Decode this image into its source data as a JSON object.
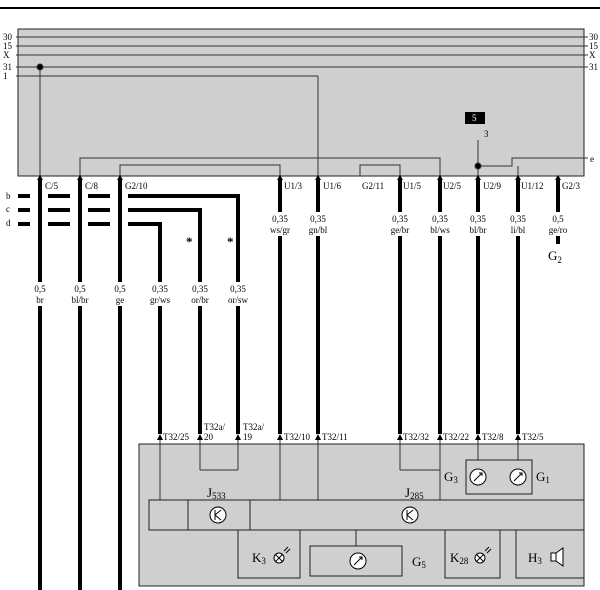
{
  "rails": [
    "30",
    "15",
    "X",
    "31",
    "1"
  ],
  "rails_right": [
    "30",
    "15",
    "X",
    "31"
  ],
  "branch_labels": [
    "b",
    "c",
    "d",
    "e"
  ],
  "relay": {
    "number": "5",
    "pin": "3"
  },
  "connectors": [
    "C/5",
    "C/8",
    "G2/10",
    "U1/3",
    "U1/6",
    "G2/11",
    "U1/5",
    "U2/5",
    "U2/9",
    "U1/12",
    "G2/3"
  ],
  "wires": [
    {
      "size": "0,5",
      "color": "br"
    },
    {
      "size": "0,5",
      "color": "bl/br"
    },
    {
      "size": "0,5",
      "color": "ge"
    },
    {
      "size": "0,35",
      "color": "gr/ws"
    },
    {
      "size": "0,35",
      "color": "or/br"
    },
    {
      "size": "0,35",
      "color": "or/sw"
    }
  ],
  "upper_wires": [
    {
      "size": "0,35",
      "color": "ws/gr"
    },
    {
      "size": "0,35",
      "color": "gn/bl"
    },
    {
      "size": "0,35",
      "color": "ge/br"
    },
    {
      "size": "0,35",
      "color": "bl/ws"
    },
    {
      "size": "0,35",
      "color": "bl/br"
    },
    {
      "size": "0,35",
      "color": "li/bl"
    },
    {
      "size": "0,5",
      "color": "ge/ro"
    }
  ],
  "asterisk": "*",
  "g2_label": "G",
  "g2_sub": "2",
  "pins": [
    "T32/25",
    "T32a/",
    "20",
    "T32a/",
    "19",
    "T32/10",
    "T32/11",
    "T32/32",
    "T32/22",
    "T32/8",
    "T32/5"
  ],
  "components": {
    "j533": {
      "letter": "J",
      "sub": "533"
    },
    "j285": {
      "letter": "J",
      "sub": "285"
    },
    "g3": {
      "letter": "G",
      "sub": "3"
    },
    "g1": {
      "letter": "G",
      "sub": "1"
    },
    "k3": {
      "letter": "K",
      "sub": "3"
    },
    "g5": {
      "letter": "G",
      "sub": "5"
    },
    "k28": {
      "letter": "K",
      "sub": "28"
    },
    "h3": {
      "letter": "H",
      "sub": "3"
    }
  }
}
